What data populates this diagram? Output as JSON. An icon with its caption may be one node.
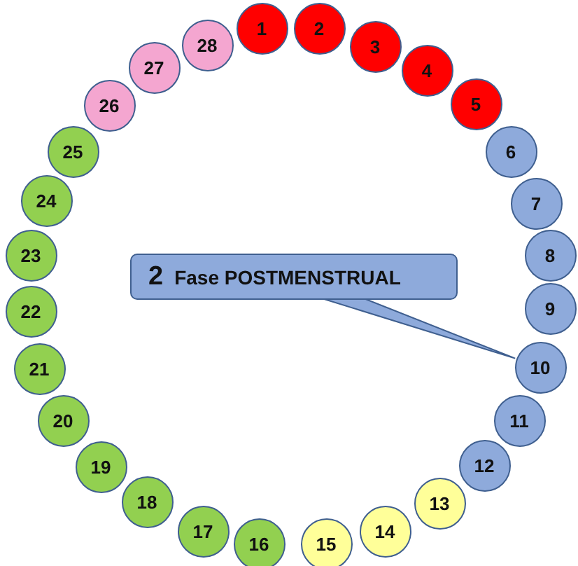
{
  "diagram": {
    "nodes": [
      {
        "text": [
          "1"
        ]
      },
      {
        "text": [
          "2"
        ]
      },
      {
        "text": [
          "3"
        ]
      },
      {
        "text": [
          "4"
        ]
      },
      {
        "text": [
          "5"
        ]
      },
      {
        "text": [
          "6"
        ]
      },
      {
        "text": [
          "7"
        ]
      },
      {
        "text": [
          "8"
        ]
      },
      {
        "text": [
          "9"
        ]
      },
      {
        "text": [
          "10"
        ]
      },
      {
        "text": [
          "11"
        ]
      },
      {
        "text": [
          "12"
        ]
      },
      {
        "text": [
          "13"
        ]
      },
      {
        "text": [
          "14"
        ]
      },
      {
        "text": [
          "15"
        ]
      },
      {
        "text": [
          "16"
        ]
      },
      {
        "text": [
          "17"
        ]
      },
      {
        "text": [
          "18"
        ]
      },
      {
        "text": [
          "19"
        ]
      },
      {
        "text": [
          "20"
        ]
      },
      {
        "text": [
          "21"
        ]
      },
      {
        "text": [
          "22"
        ]
      },
      {
        "text": [
          "23"
        ]
      },
      {
        "text": [
          "24"
        ]
      },
      {
        "text": [
          "25"
        ]
      },
      {
        "text": [
          "26"
        ]
      },
      {
        "text": [
          "27"
        ]
      },
      {
        "text": [
          "28"
        ]
      },
      {
        "text": [
          "2",
          "Fase POSTMENSTRUAL"
        ]
      }
    ],
    "edges": [
      {
        "from": 28,
        "to": 9,
        "arrow": "none"
      }
    ]
  }
}
